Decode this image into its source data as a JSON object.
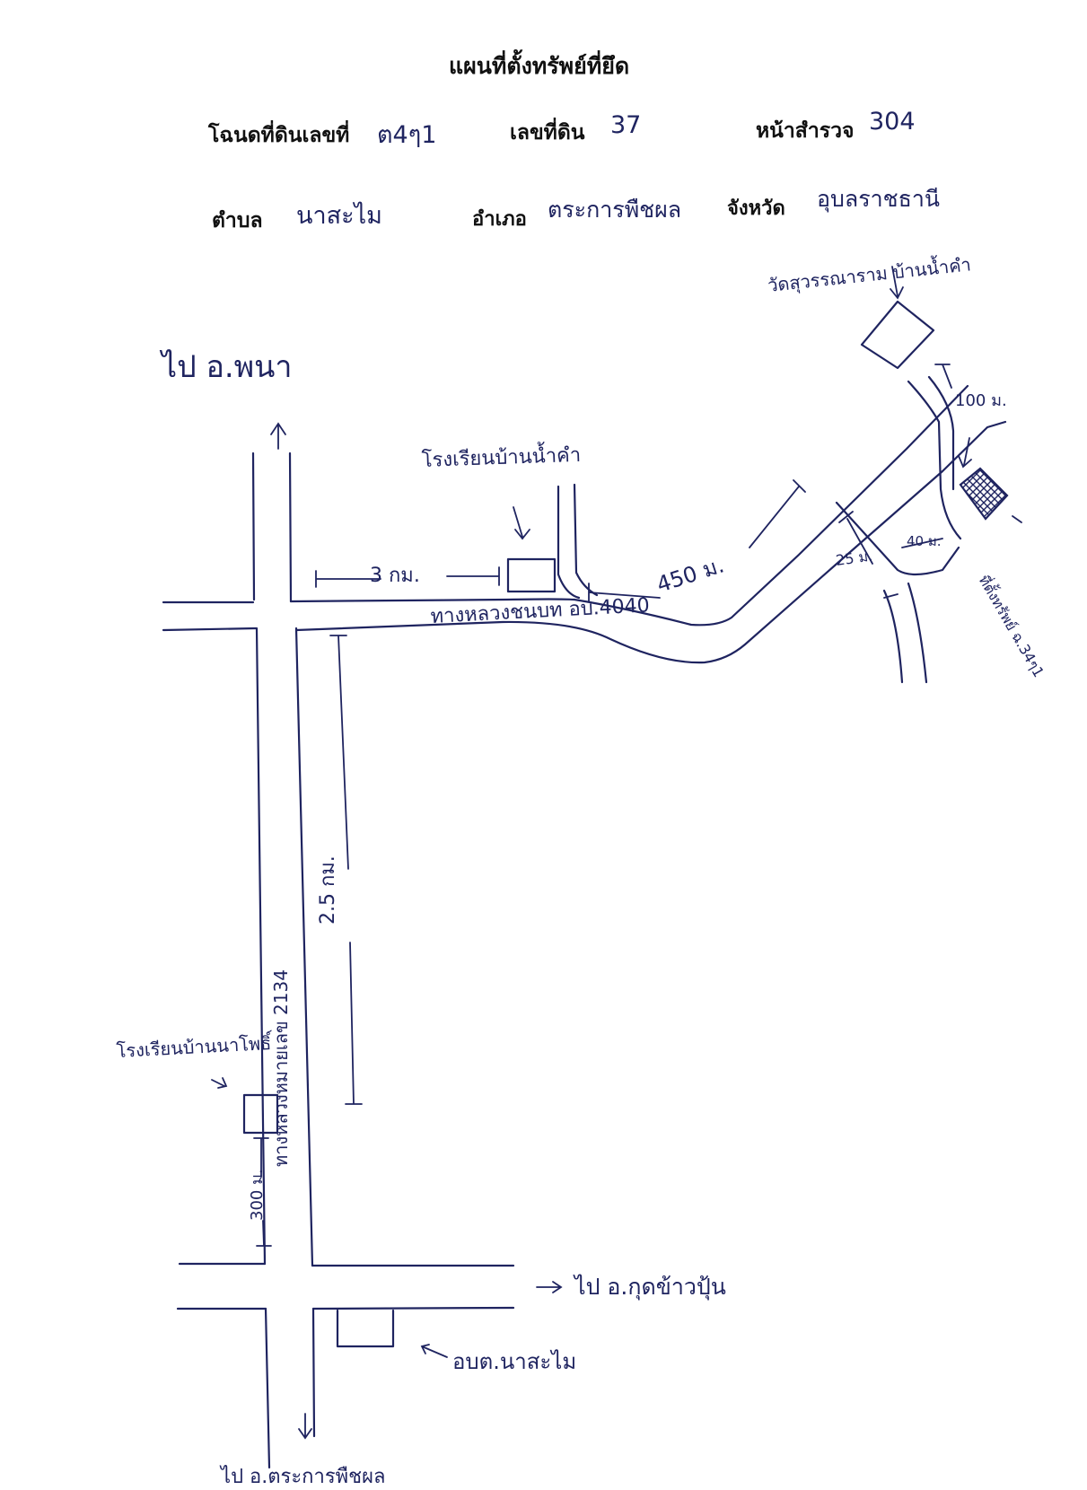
{
  "header": {
    "title": "แผนที่ตั้งทรัพย์ที่ยึด",
    "deed_label": "โฉนดที่ดินเลขที่",
    "deed_value": "ต4ๆ1",
    "land_no_label": "เลขที่ดิน",
    "land_no_value": "37",
    "survey_page_label": "หน้าสำรวจ",
    "survey_page_value": "304",
    "subdistrict_label": "ตำบล",
    "subdistrict_value": "นาสะไม",
    "district_label": "อำเภอ",
    "district_value": "ตระการพืชผล",
    "province_label": "จังหวัด",
    "province_value": "อุบลราชธานี"
  },
  "annotations": {
    "to_phana": "ไป อ.พนา",
    "school_namkham": "โรงเรียนบ้านน้ำคำ",
    "temple": "วัดสุวรรณาราม บ้านน้ำคำ",
    "dist_3km": "3 กม.",
    "dist_450m": "450 ม.",
    "dist_100m": "100 ม.",
    "dist_40m": "40 ม.",
    "dist_25m": "25 ม.",
    "road_4040": "ทางหลวงชนบท อบ.4040",
    "property": "ที่ตั้งทรัพย์ ฉ.34ๆ1",
    "dist_2_5km": "2.5 กม.",
    "highway_2134": "ทางหลวงหมายเลข 2134",
    "school_nabo": "โรงเรียนบ้านนาโพธิ์",
    "dist_300m": "300 ม.",
    "to_kut_khaopun": "ไป อ.กุดข้าวปุ้น",
    "sao": "อบต.นาสะไม",
    "to_trakan": "ไป อ.ตระการพืชผล"
  },
  "colors": {
    "ink": "#1f2460",
    "print": "#111111"
  }
}
